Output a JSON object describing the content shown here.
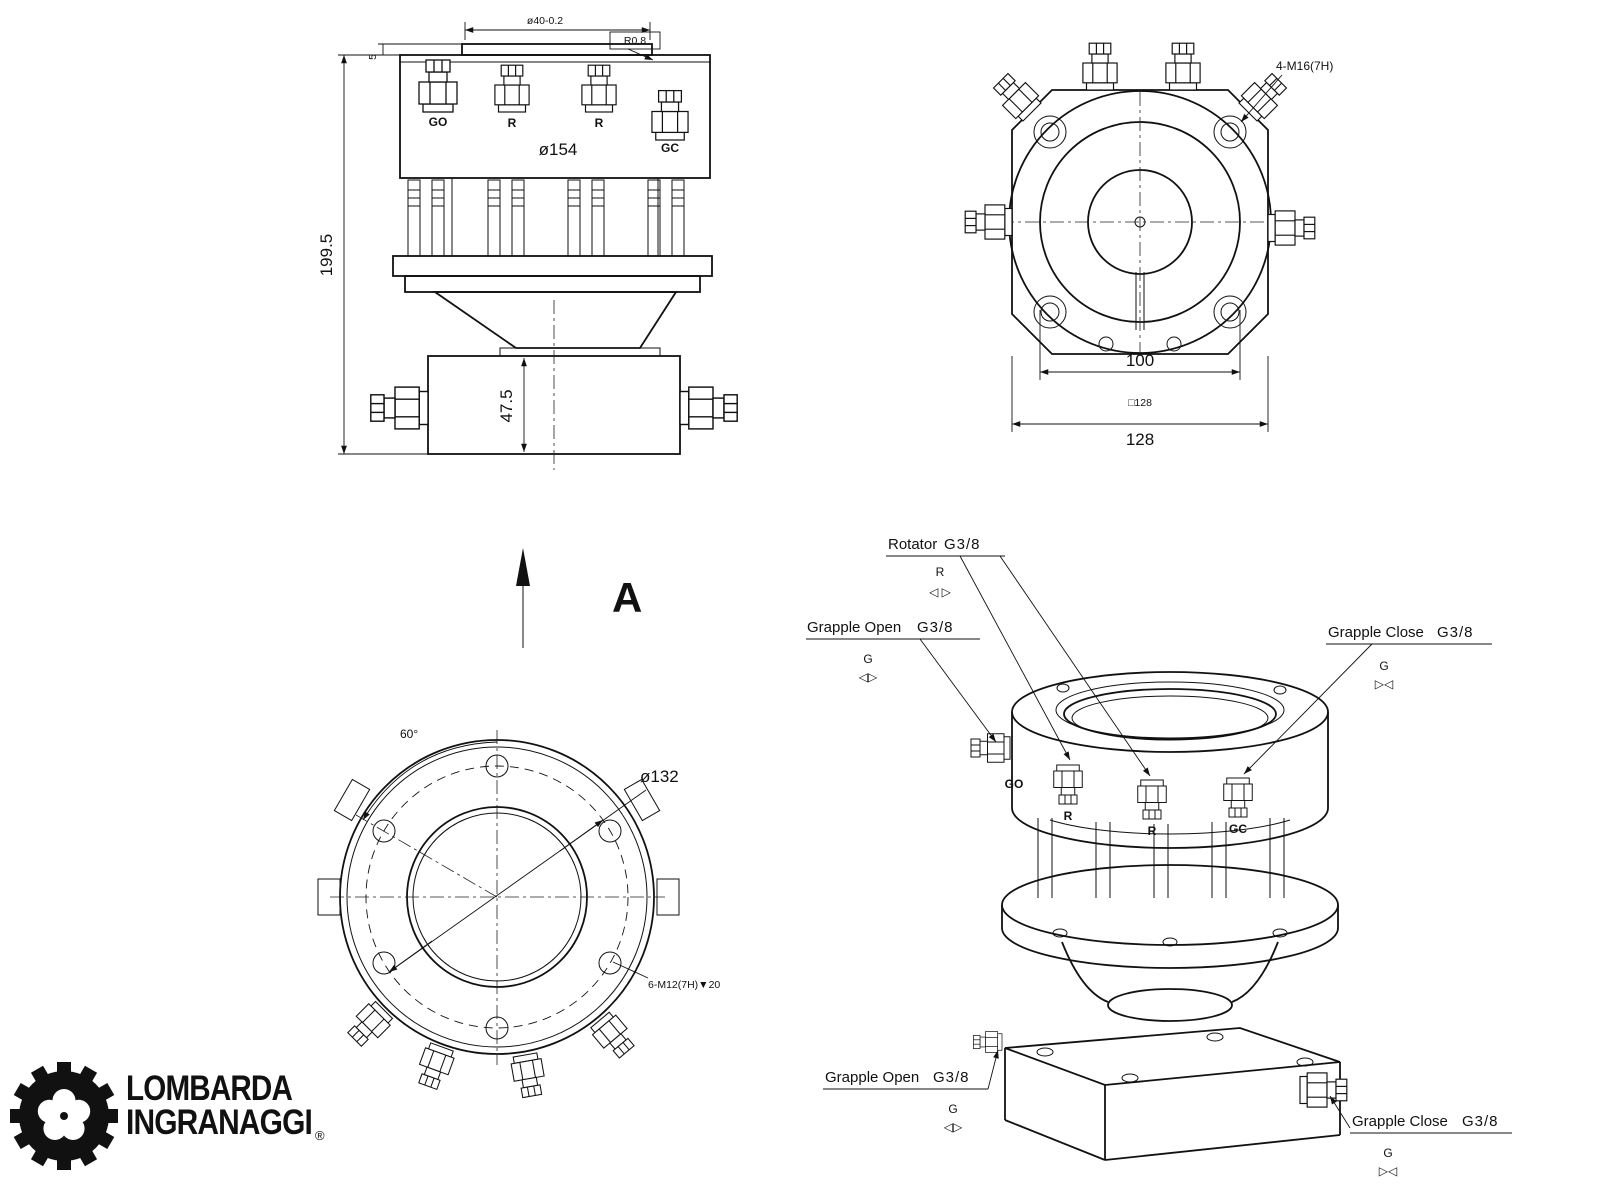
{
  "drawing": {
    "front_view": {
      "dim_step": "5",
      "dim_top_dia": "ø40-0.2",
      "dim_radius": "R0.8",
      "dim_body_dia": "ø154",
      "dim_total_height": "199.5",
      "dim_lower_height": "47.5",
      "port_go": "GO",
      "port_r1": "R",
      "port_r2": "R",
      "port_gc": "GC"
    },
    "top_view": {
      "thread_note": "4-M16(7H)",
      "dim_inner_dia": "100",
      "dim_square": "□128",
      "dim_width": "128"
    },
    "bottom_view": {
      "view_label": "A",
      "dim_angle": "60°",
      "dim_bolt_circle": "ø132",
      "thread_note": "6-M12(7H)▼20"
    },
    "iso_view": {
      "port_go": "GO",
      "port_r1": "R",
      "port_r2": "R",
      "port_gc": "GC",
      "rotator": {
        "label": "Rotator",
        "thread": "G3/8",
        "port": "R",
        "valve": "◁ ▷"
      },
      "grapple_open": {
        "label": "Grapple Open",
        "thread": "G3/8",
        "port": "G",
        "valve": "◁▷"
      },
      "grapple_close": {
        "label": "Grapple Close",
        "thread": "G3/8",
        "port": "G",
        "valve": "▷◁"
      },
      "grapple_open_lower": {
        "label": "Grapple Open",
        "thread": "G3/8",
        "port": "G",
        "valve": "◁▷"
      },
      "grapple_close_lower": {
        "label": "Grapple Close",
        "thread": "G3/8",
        "port": "G",
        "valve": "▷◁"
      }
    },
    "logo": {
      "line1": "LOMBARDA",
      "line2": "INGRANAGGI",
      "registered": "®"
    }
  }
}
